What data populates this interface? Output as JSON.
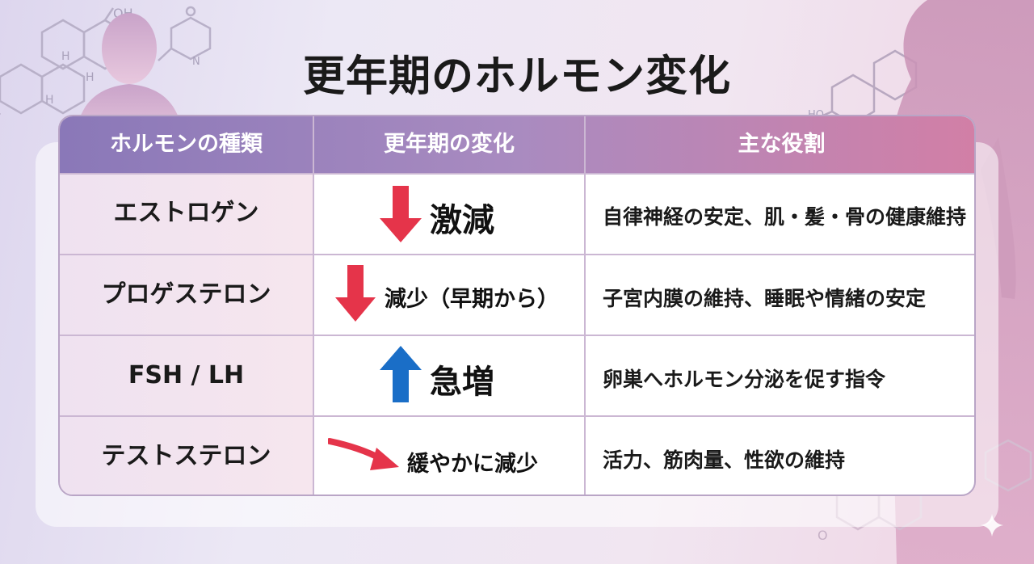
{
  "title": "更年期のホルモン変化",
  "table": {
    "headers": [
      "ホルモンの種類",
      "更年期の変化",
      "主な役割"
    ],
    "rows": [
      {
        "hormone": "エストロゲン",
        "change": "激減",
        "arrow": "down-arrow-icon",
        "arrow_color": "#e5344a",
        "role": "自律神経の安定、肌・髪・骨の健康維持"
      },
      {
        "hormone": "プロゲステロン",
        "change": "減少（早期から）",
        "arrow": "down-arrow-icon",
        "arrow_color": "#e5344a",
        "role": "子宮内膜の維持、睡眠や情緒の安定"
      },
      {
        "hormone": "FSH / LH",
        "change": "急増",
        "arrow": "up-arrow-icon",
        "arrow_color": "#1a6ec7",
        "role": "卵巣へホルモン分泌を促す指令"
      },
      {
        "hormone": "テストステロン",
        "change": "緩やかに減少",
        "arrow": "diagonal-down-arrow-icon",
        "arrow_color": "#e5344a",
        "role": "活力、筋肉量、性欲の維持"
      }
    ]
  },
  "colors": {
    "header_start": "#8a78b8",
    "header_end": "#d27fa6",
    "arrow_down": "#e5344a",
    "arrow_up": "#1a6ec7"
  },
  "background_labels": {
    "oh_top": "OH",
    "h_mark": "H",
    "ho_right": "HO",
    "n_mark": "N",
    "o_mark": "O"
  }
}
